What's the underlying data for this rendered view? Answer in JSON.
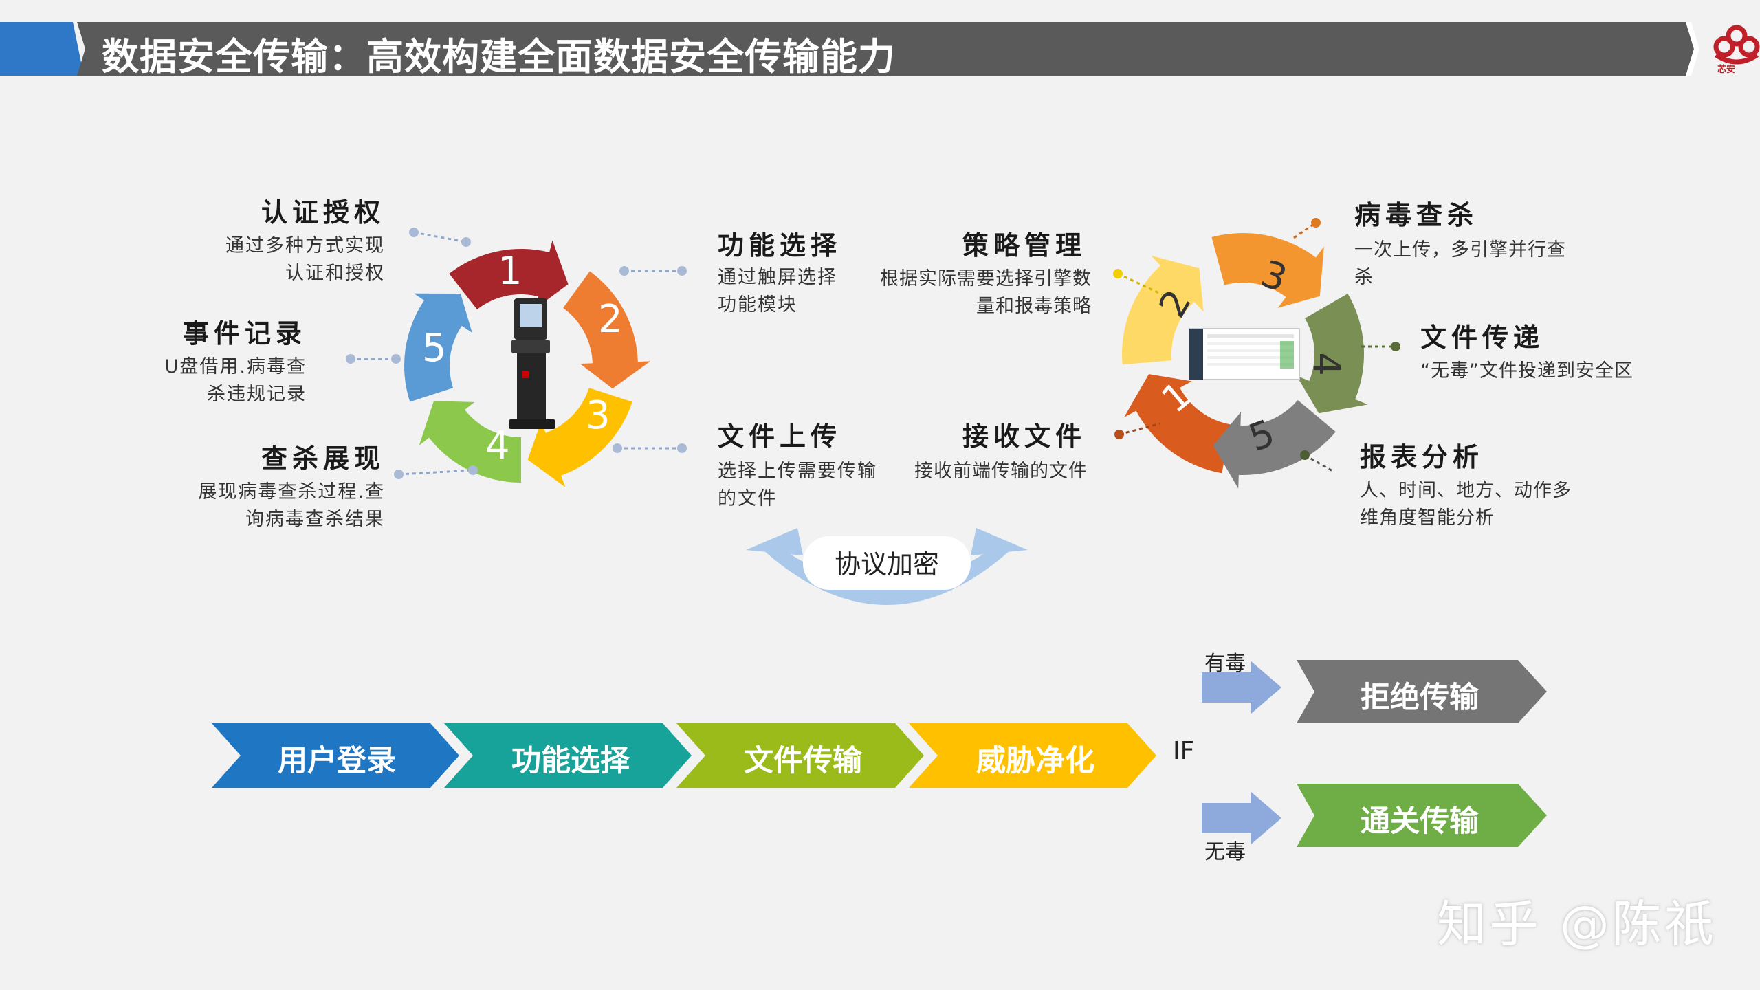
{
  "header": {
    "title": "数据安全传输：高效构建全面数据安全传输能力",
    "logo_text": "芯安"
  },
  "left_cycle": {
    "segments": [
      {
        "num": "1",
        "color": "#a6262b"
      },
      {
        "num": "2",
        "color": "#ee7d31"
      },
      {
        "num": "3",
        "color": "#ffc000"
      },
      {
        "num": "4",
        "color": "#8cc84b"
      },
      {
        "num": "5",
        "color": "#5b9bd5"
      }
    ],
    "items": [
      {
        "title": "认证授权",
        "desc1": "通过多种方式实现",
        "desc2": "认证和授权"
      },
      {
        "title": "事件记录",
        "desc1": "U盘借用.病毒查",
        "desc2": "杀违规记录"
      },
      {
        "title": "查杀展现",
        "desc1": "展现病毒查杀过程.查",
        "desc2": "询病毒查杀结果"
      },
      {
        "title": "功能选择",
        "desc1": "通过触屏选择",
        "desc2": "功能模块"
      },
      {
        "title": "文件上传",
        "desc1": "选择上传需要传输",
        "desc2": "的文件"
      }
    ]
  },
  "right_cycle": {
    "segments": [
      {
        "num": "1",
        "color": "#d95c1e"
      },
      {
        "num": "2",
        "color": "#ffd966"
      },
      {
        "num": "3",
        "color": "#f4962f"
      },
      {
        "num": "4",
        "color": "#7a8f54"
      },
      {
        "num": "5",
        "color": "#7f7f7f"
      }
    ],
    "items": [
      {
        "title": "策略管理",
        "desc1": "根据实际需要选择引擎数",
        "desc2": "量和报毒策略"
      },
      {
        "title": "接收文件",
        "desc1": "接收前端传输的文件",
        "desc2": ""
      },
      {
        "title": "病毒查杀",
        "desc1": "一次上传，多引擎并行查",
        "desc2": "杀"
      },
      {
        "title": "文件传递",
        "desc1": "“无毒”文件投递到安全区",
        "desc2": ""
      },
      {
        "title": "报表分析",
        "desc1": "人、时间、地方、动作多",
        "desc2": "维角度智能分析"
      }
    ]
  },
  "protocol": {
    "label": "协议加密"
  },
  "flow": {
    "steps": [
      {
        "label": "用户登录",
        "color": "#1f77c4"
      },
      {
        "label": "功能选择",
        "color": "#17a39a"
      },
      {
        "label": "文件传输",
        "color": "#9bbb1a"
      },
      {
        "label": "威胁净化",
        "color": "#ffc000"
      }
    ],
    "if_label": "IF",
    "virus_label": "有毒",
    "clean_label": "无毒",
    "reject": {
      "label": "拒绝传输",
      "color": "#757575"
    },
    "pass": {
      "label": "通关传输",
      "color": "#6fad47"
    }
  },
  "watermark": "知乎 @陈祇",
  "colors": {
    "header_bar": "#5a5a5a",
    "header_accent": "#2f78c8",
    "logo": "#c0202a",
    "arrow_blue": "#8eaadc"
  }
}
